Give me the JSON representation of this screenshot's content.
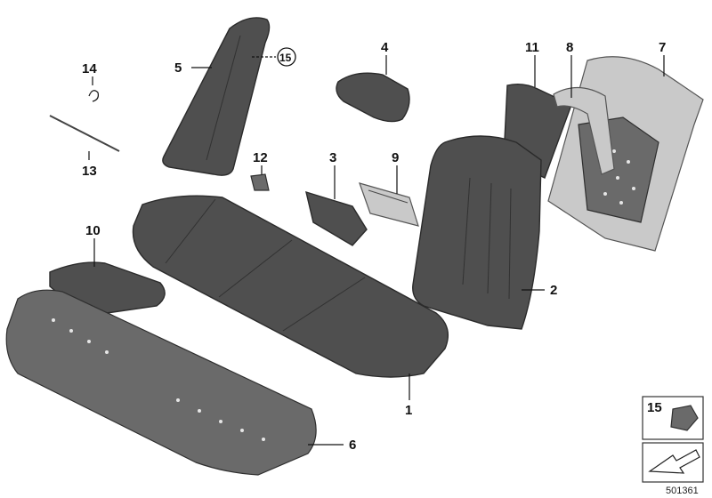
{
  "callouts": {
    "c1": "1",
    "c2": "2",
    "c3": "3",
    "c4": "4",
    "c5": "5",
    "c6": "6",
    "c7": "7",
    "c8": "8",
    "c9": "9",
    "c10": "10",
    "c11": "11",
    "c12": "12",
    "c13": "13",
    "c14": "14",
    "c15_circle": "15",
    "c15_inset": "15"
  },
  "diagram_id": "501361",
  "colors": {
    "upholstery": "#4f4f4f",
    "frame": "#c9c9c9",
    "background": "#ffffff"
  }
}
